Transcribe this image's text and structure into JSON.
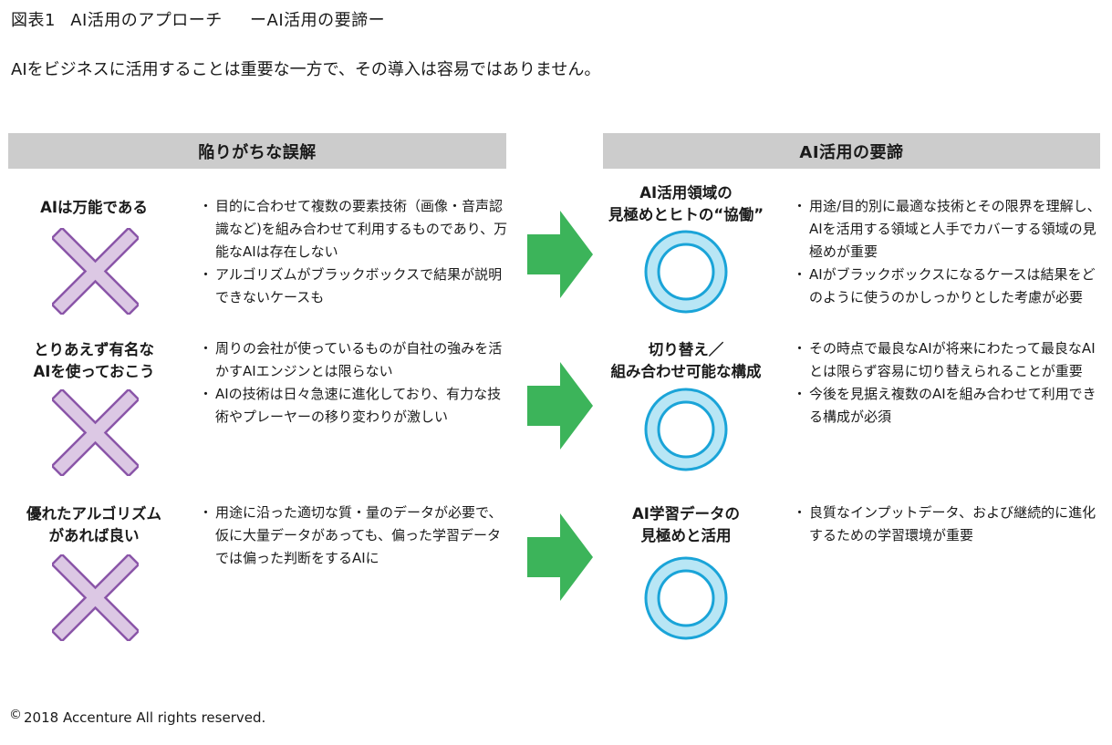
{
  "figure": {
    "number": "図表1",
    "title": "AI活用のアプローチ",
    "subtitle": "ーAI活用の要諦ー"
  },
  "lead": "AIをビジネスに活用することは重要な一方で、その導入は容易ではありません。",
  "columns": {
    "left_header": "陥りがちな誤解",
    "right_header": "AI活用の要諦"
  },
  "rows": [
    {
      "misconception": [
        "AIは万能である"
      ],
      "misconception_bullets": [
        "目的に合わせて複数の要素技術（画像・音声認識など)を組み合わせて利用するものであり、万能なAIは存在しない",
        "アルゴリズムがブラックボックスで結果が説明できないケースも"
      ],
      "essential": [
        "AI活用領域の",
        "見極めとヒトの“協働”"
      ],
      "essential_bullets": [
        "用途/目的別に最適な技術とその限界を理解し、AIを活用する領域と人手でカバーする領域の見極めが重要",
        "AIがブラックボックスになるケースは結果をどのように使うのかしっかりとした考慮が必要"
      ]
    },
    {
      "misconception": [
        "とりあえず有名な",
        "AIを使っておこう"
      ],
      "misconception_bullets": [
        "周りの会社が使っているものが自社の強みを活かすAIエンジンとは限らない",
        "AIの技術は日々急速に進化しており、有力な技術やプレーヤーの移り変わりが激しい"
      ],
      "essential": [
        "切り替え／",
        "組み合わせ可能な構成"
      ],
      "essential_bullets": [
        "その時点で最良なAIが将来にわたって最良なAIとは限らず容易に切り替えられることが重要",
        "今後を見据え複数のAIを組み合わせて利用できる構成が必須"
      ]
    },
    {
      "misconception": [
        "優れたアルゴリズム",
        "があれば良い"
      ],
      "misconception_bullets": [
        "用途に沿った適切な質・量のデータが必要で、仮に大量データがあっても、偏った学習データでは偏った判断をするAIに"
      ],
      "essential": [
        "AI学習データの",
        "見極めと活用"
      ],
      "essential_bullets": [
        "良質なインプットデータ、および継続的に進化するための学習環境が重要"
      ]
    }
  ],
  "copyright": {
    "symbol": "©",
    "text": "2018 Accenture All rights reserved."
  },
  "colors": {
    "header_bg": "#cccccc",
    "cross_fill": "#dcc8e4",
    "cross_stroke": "#8a55a8",
    "arrow": "#3cb45a",
    "circle_fill": "#b8e6f5",
    "circle_stroke": "#1aa4d8"
  }
}
